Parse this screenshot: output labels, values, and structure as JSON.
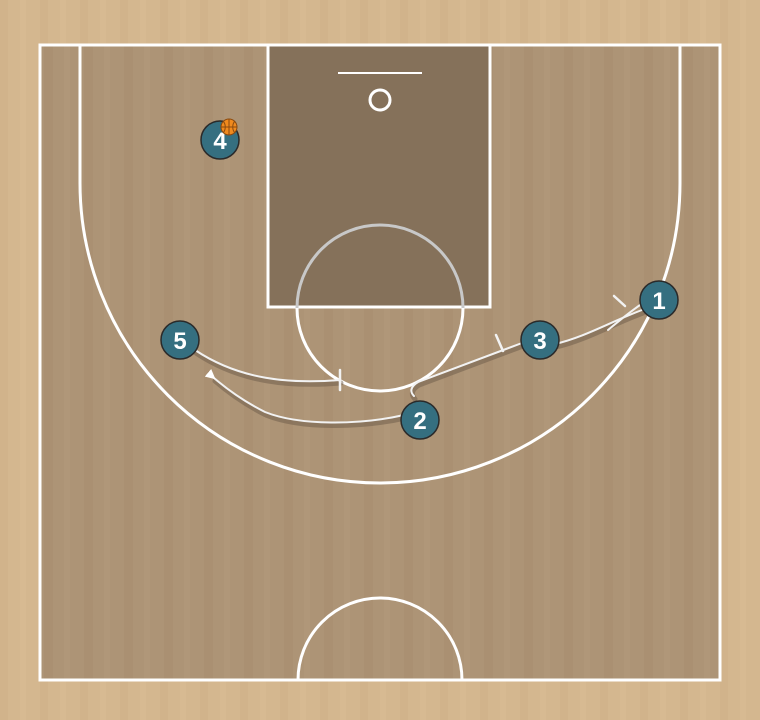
{
  "colors": {
    "floor_outer": "#d4b78f",
    "floor_inner": "#ad9476",
    "paint": "#85715a",
    "court_line": "#ffffff",
    "player_fill": "#356f80",
    "player_stroke": "#2a2a2a",
    "player_text": "#ffffff",
    "ball": "#f08a1e",
    "path_line": "#f2f2f2",
    "path_shadow": "#6b5a48"
  },
  "players": [
    {
      "id": "p1",
      "label": "1"
    },
    {
      "id": "p2",
      "label": "2"
    },
    {
      "id": "p3",
      "label": "3"
    },
    {
      "id": "p4",
      "label": "4",
      "has_ball": true
    },
    {
      "id": "p5",
      "label": "5"
    }
  ],
  "movements": [
    {
      "id": "m1",
      "player": "1",
      "type": "screen"
    },
    {
      "id": "m2",
      "player": "3",
      "type": "screen"
    },
    {
      "id": "m3",
      "player": "5",
      "type": "screen"
    },
    {
      "id": "m4",
      "player": "2",
      "type": "cut"
    }
  ]
}
